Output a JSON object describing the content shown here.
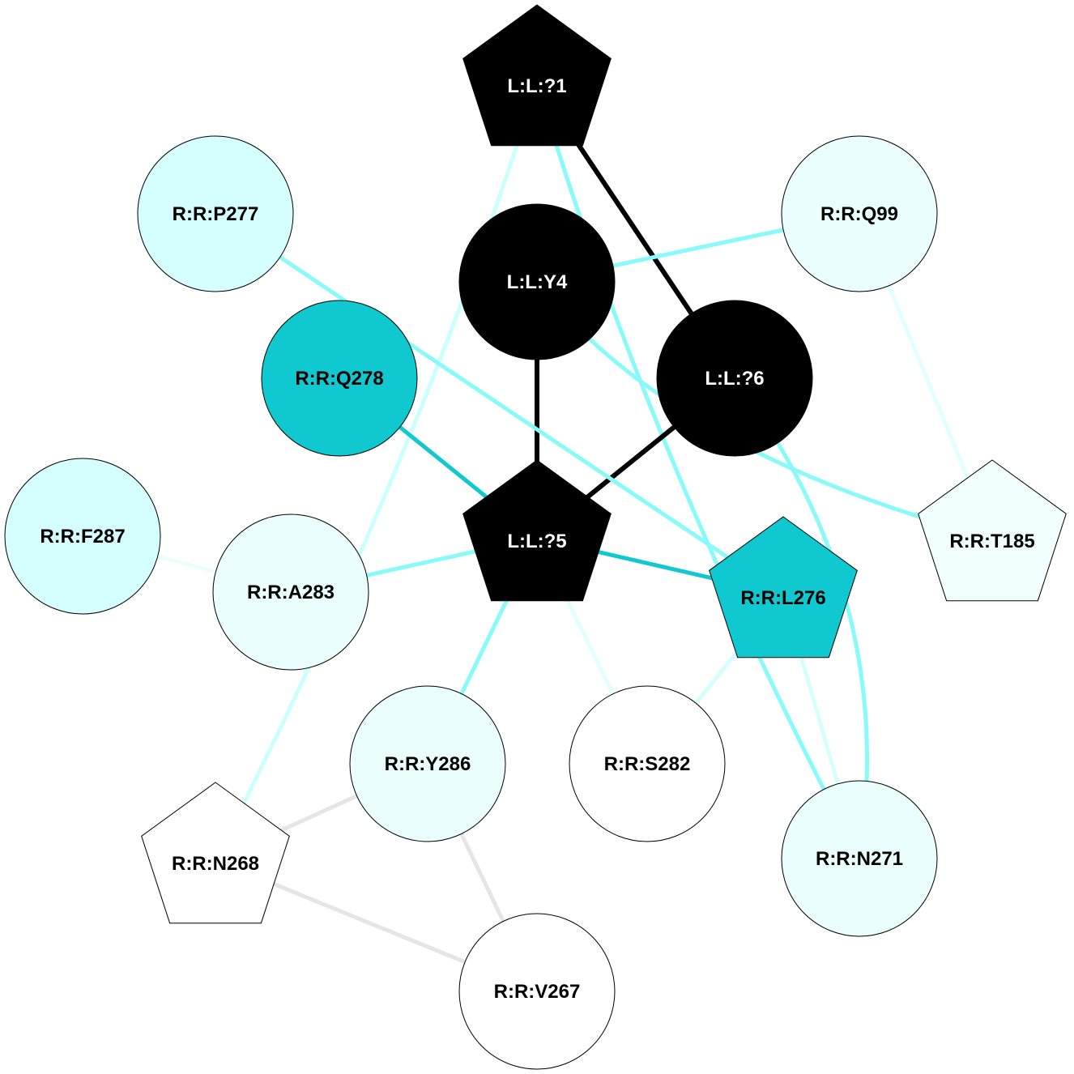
{
  "nodes": [
    {
      "id": "L1",
      "label": "L:L:?1",
      "shape": "pentagon",
      "fill": "#000000",
      "text": "#ffffff"
    },
    {
      "id": "Y4",
      "label": "L:L:Y4",
      "shape": "circle",
      "fill": "#000000",
      "text": "#ffffff"
    },
    {
      "id": "L6",
      "label": "L:L:?6",
      "shape": "circle",
      "fill": "#000000",
      "text": "#ffffff"
    },
    {
      "id": "L5",
      "label": "L:L:?5",
      "shape": "pentagon",
      "fill": "#000000",
      "text": "#ffffff"
    },
    {
      "id": "P277",
      "label": "R:R:P277",
      "shape": "circle",
      "fill": "#d5ffff",
      "text": "#000000"
    },
    {
      "id": "Q99",
      "label": "R:R:Q99",
      "shape": "circle",
      "fill": "#eafefe",
      "text": "#000000"
    },
    {
      "id": "Q278",
      "label": "R:R:Q278",
      "shape": "circle",
      "fill": "#10c8d0",
      "text": "#000000"
    },
    {
      "id": "F287",
      "label": "R:R:F287",
      "shape": "circle",
      "fill": "#d5ffff",
      "text": "#000000"
    },
    {
      "id": "A283",
      "label": "R:R:A283",
      "shape": "circle",
      "fill": "#eafefe",
      "text": "#000000"
    },
    {
      "id": "L276",
      "label": "R:R:L276",
      "shape": "pentagon",
      "fill": "#10c8d0",
      "text": "#000000"
    },
    {
      "id": "T185",
      "label": "R:R:T185",
      "shape": "pentagon",
      "fill": "#f0fefe",
      "text": "#000000"
    },
    {
      "id": "Y286",
      "label": "R:R:Y286",
      "shape": "circle",
      "fill": "#eafefe",
      "text": "#000000"
    },
    {
      "id": "S282",
      "label": "R:R:S282",
      "shape": "circle",
      "fill": "#ffffff",
      "text": "#000000"
    },
    {
      "id": "N268",
      "label": "R:R:N268",
      "shape": "pentagon",
      "fill": "#ffffff",
      "text": "#000000"
    },
    {
      "id": "N271",
      "label": "R:R:N271",
      "shape": "circle",
      "fill": "#eafefe",
      "text": "#000000"
    },
    {
      "id": "V267",
      "label": "R:R:V267",
      "shape": "circle",
      "fill": "#ffffff",
      "text": "#000000"
    }
  ],
  "edges": [
    {
      "source": "L1",
      "target": "N268",
      "color": "#ccffff"
    },
    {
      "source": "L1",
      "target": "N271",
      "color": "#88fafa"
    },
    {
      "source": "L1",
      "target": "L6",
      "color": "#000000"
    },
    {
      "source": "Y4",
      "target": "L5",
      "color": "#000000"
    },
    {
      "source": "L6",
      "target": "L5",
      "color": "#000000"
    },
    {
      "source": "Y4",
      "target": "Q99",
      "color": "#88fafa"
    },
    {
      "source": "Y4",
      "target": "T185",
      "color": "#88fafa"
    },
    {
      "source": "P277",
      "target": "L276",
      "color": "#88fafa"
    },
    {
      "source": "Q278",
      "target": "L5",
      "color": "#10c8d0"
    },
    {
      "source": "L5",
      "target": "A283",
      "color": "#88fafa"
    },
    {
      "source": "L5",
      "target": "L276",
      "color": "#10c8d0"
    },
    {
      "source": "L5",
      "target": "Y286",
      "color": "#88fafa"
    },
    {
      "source": "L5",
      "target": "S282",
      "color": "#e0ffff"
    },
    {
      "source": "L276",
      "target": "S282",
      "color": "#d5ffff"
    },
    {
      "source": "L276",
      "target": "N271",
      "color": "#d5ffff"
    },
    {
      "source": "L6",
      "target": "N271",
      "color": "#88fafa"
    },
    {
      "source": "Q99",
      "target": "T185",
      "color": "#e0ffff"
    },
    {
      "source": "F287",
      "target": "A283",
      "color": "#eafefe"
    },
    {
      "source": "Y286",
      "target": "N268",
      "color": "#e5e5e5"
    },
    {
      "source": "Y286",
      "target": "V267",
      "color": "#e5e5e5"
    },
    {
      "source": "N268",
      "target": "V267",
      "color": "#e5e5e5"
    }
  ]
}
